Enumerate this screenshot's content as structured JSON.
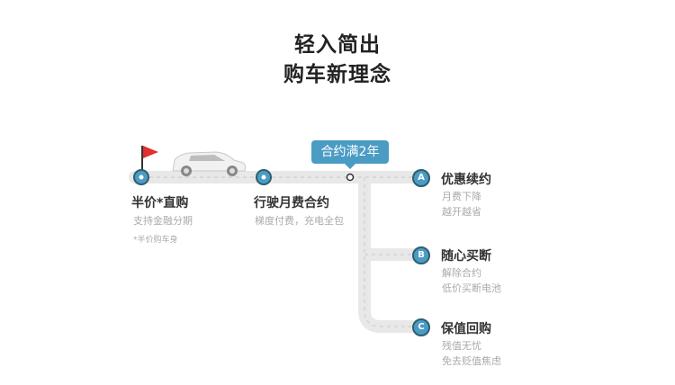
{
  "title": {
    "line1": "轻入简出",
    "line2": "购车新理念"
  },
  "callout": "合约满2年",
  "stages": [
    {
      "label": "半价*直购",
      "sub": "支持金融分期",
      "note": "*半价购车身"
    },
    {
      "label": "行驶月费合约",
      "sub": "梯度付费，充电全包"
    }
  ],
  "options": [
    {
      "badge": "A",
      "label": "优惠续约",
      "lines": [
        "月费下降",
        "越开越省"
      ]
    },
    {
      "badge": "B",
      "label": "随心买断",
      "lines": [
        "解除合约",
        "低价买断电池"
      ]
    },
    {
      "badge": "C",
      "label": "保值回购",
      "lines": [
        "残值无忧",
        "免去贬值焦虑"
      ]
    }
  ],
  "colors": {
    "accent": "#4a9cc4",
    "road": "#e8e8e8",
    "flag": "#e03030"
  }
}
